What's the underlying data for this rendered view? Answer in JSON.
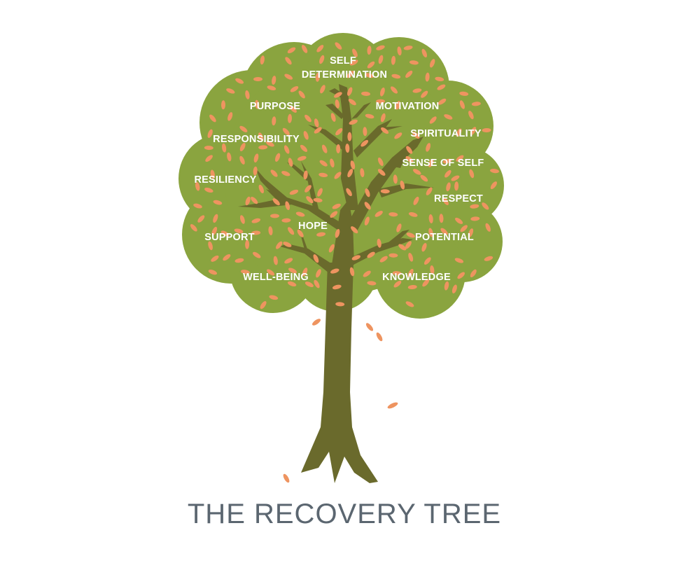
{
  "title": "THE RECOVERY TREE",
  "words": {
    "self": "SELF",
    "determination": "DETERMINATION",
    "purpose": "PURPOSE",
    "motivation": "MOTIVATION",
    "responsibility": "RESPONSIBILITY",
    "spirituality": "SPIRITUALITY",
    "sense_of_self": "SENSE OF SELF",
    "resiliency": "RESILIENCY",
    "respect": "RESPECT",
    "hope": "HOPE",
    "support": "SUPPORT",
    "potential": "POTENTIAL",
    "well_being": "WELL-BEING",
    "knowledge": "KNOWLEDGE"
  },
  "colors": {
    "foliage": "#8aa43f",
    "trunk": "#6a6a2c",
    "leaf": "#ee9460",
    "title": "#5b6670"
  }
}
